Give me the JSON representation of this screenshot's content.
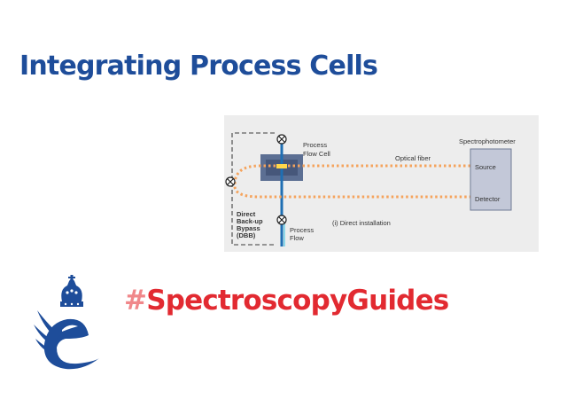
{
  "title": "Integrating Process Cells",
  "diagram": {
    "process_flow_cell": [
      "Process",
      "Flow Cell"
    ],
    "optical_fiber": "Optical fiber",
    "spectrophotometer": "Spectrophotometer",
    "source": "Source",
    "detector": "Detector",
    "bypass": [
      "Direct",
      "Back-up",
      "Bypass",
      "(DBB)"
    ],
    "process_flow": [
      "Process",
      "Flow"
    ],
    "installation": "(i) Direct installation"
  },
  "hashtag": {
    "hash": "#",
    "text": "SpectroscopyGuides"
  },
  "colors": {
    "title": "#1e4d9a",
    "hashtag": "#e22a31",
    "fiber": "#f5a35c",
    "pipe": "#1f6fb3",
    "logo": "#1e4d9a"
  },
  "icons": [
    "queens-award-crown-icon",
    "valve-icon"
  ]
}
